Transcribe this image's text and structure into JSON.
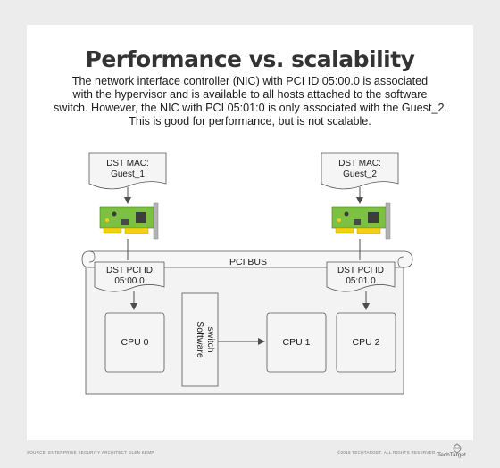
{
  "title": "Performance vs. scalability",
  "description_lines": [
    "The network interface controller (NIC) with PCI ID 05:00.0 is associated",
    "with the hypervisor and is available to all hosts attached to the software",
    "switch. However, the NIC with PCI 05:01:0 is only associated with the Guest_2.",
    "This is good for performance, but is not scalable."
  ],
  "diagram": {
    "dst_mac_left": [
      "DST MAC:",
      "Guest_1"
    ],
    "dst_mac_right": [
      "DST MAC:",
      "Guest_2"
    ],
    "pci_bus_label": "PCI BUS",
    "dst_pci_left": [
      "DST PCI ID",
      "05:00.0"
    ],
    "dst_pci_right": [
      "DST PCI ID",
      "05:01.0"
    ],
    "cpu0": "CPU 0",
    "software_switch": [
      "Software",
      "switch"
    ],
    "cpu1": "CPU 1",
    "cpu2": "CPU 2",
    "nic_board_color": "#7dc142",
    "nic_bracket_color": "#b3b3b3",
    "nic_pins_color": "#f2d10f"
  },
  "footer": {
    "source": "SOURCE: ENTERPRISE SECURITY ARCHITECT GLEN KEMP",
    "copyright": "©2018 TECHTARGET. ALL RIGHTS RESERVED.",
    "logo_text": "TechTarget"
  }
}
